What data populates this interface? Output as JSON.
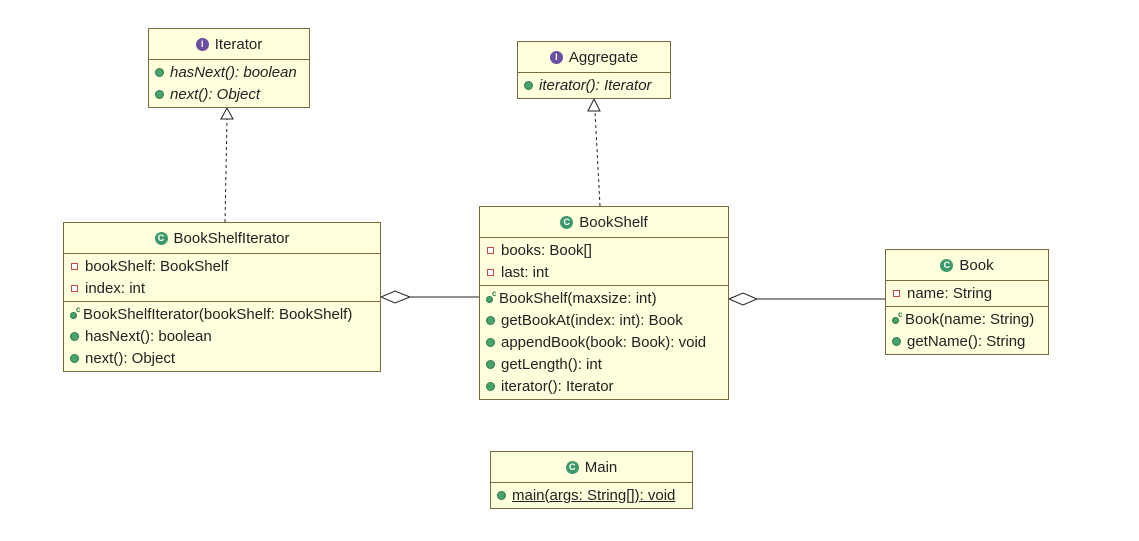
{
  "classes": {
    "iterator": {
      "name": "Iterator",
      "kind": "interface",
      "operations": [
        {
          "text": "hasNext(): boolean"
        },
        {
          "text": "next(): Object"
        }
      ]
    },
    "aggregate": {
      "name": "Aggregate",
      "kind": "interface",
      "operations": [
        {
          "text": "iterator(): Iterator"
        }
      ]
    },
    "bookshelfiterator": {
      "name": "BookShelfIterator",
      "kind": "class",
      "attributes": [
        {
          "text": "bookShelf: BookShelf"
        },
        {
          "text": "index: int"
        }
      ],
      "operations": [
        {
          "text": "BookShelfIterator(bookShelf: BookShelf)"
        },
        {
          "text": "hasNext(): boolean"
        },
        {
          "text": "next(): Object"
        }
      ]
    },
    "bookshelf": {
      "name": "BookShelf",
      "kind": "class",
      "attributes": [
        {
          "text": "books: Book[]"
        },
        {
          "text": "last: int"
        }
      ],
      "operations": [
        {
          "text": "BookShelf(maxsize: int)"
        },
        {
          "text": "getBookAt(index: int): Book"
        },
        {
          "text": "appendBook(book: Book): void"
        },
        {
          "text": "getLength(): int"
        },
        {
          "text": "iterator(): Iterator"
        }
      ]
    },
    "book": {
      "name": "Book",
      "kind": "class",
      "attributes": [
        {
          "text": "name: String"
        }
      ],
      "operations": [
        {
          "text": "Book(name: String)"
        },
        {
          "text": "getName(): String"
        }
      ]
    },
    "main": {
      "name": "Main",
      "kind": "class",
      "operations": [
        {
          "text": "main(args: String[]): void"
        }
      ]
    }
  },
  "relationships": [
    {
      "type": "realization",
      "from": "BookShelfIterator",
      "to": "Iterator"
    },
    {
      "type": "realization",
      "from": "BookShelf",
      "to": "Aggregate"
    },
    {
      "type": "aggregation",
      "whole": "BookShelfIterator",
      "part": "BookShelf"
    },
    {
      "type": "aggregation",
      "whole": "BookShelf",
      "part": "Book"
    }
  ]
}
